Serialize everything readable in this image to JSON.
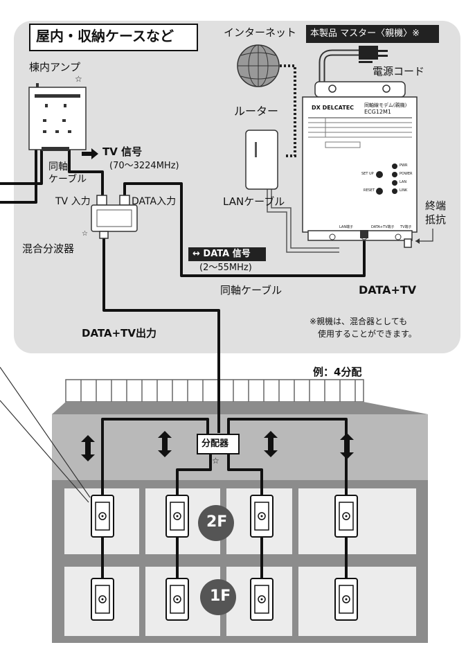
{
  "header": {
    "title": "屋内・収納ケースなど"
  },
  "internet": {
    "label": "インターネット"
  },
  "product": {
    "badge": "本製品 マスター〈親機〉※",
    "power_cord": "電源コード",
    "brand": "DX DELCATEC",
    "model_line1": "同軸線モデム(親機)",
    "model_line2": "ECG12M1",
    "led_labels": [
      "PWR",
      "POWER",
      "LAN",
      "LINK"
    ],
    "button_labels": [
      "SET UP",
      "RESET"
    ],
    "port_labels": [
      "LAN端子",
      "DATA+TV端子",
      "TV端子"
    ]
  },
  "router": {
    "label": "ルーター"
  },
  "lan_cable": {
    "label": "LANケーブル"
  },
  "amp": {
    "label": "棟内アンプ"
  },
  "tv_signal": {
    "label": "TV 信号",
    "range": "(70〜3224MHz)"
  },
  "coax_left": {
    "line1": "同軸",
    "line2": "ケーブル"
  },
  "mixer": {
    "tv_in": "TV 入力",
    "data_in": "DATA入力",
    "label": "混合分波器"
  },
  "data_signal": {
    "label": "DATA 信号",
    "range": "(2〜55MHz)"
  },
  "coax_cable": {
    "label": "同軸ケーブル"
  },
  "terminator": {
    "line1": "終端",
    "line2": "抵抗"
  },
  "data_tv": {
    "label": "DATA+TV"
  },
  "data_tv_out": {
    "label": "DATA+TV出力"
  },
  "note": {
    "line1": "※親機は、混合器としても",
    "line2": "使用することができます。"
  },
  "example": {
    "label": "例：4分配"
  },
  "splitter": {
    "label": "分配器"
  },
  "floors": {
    "second": "2F",
    "first": "1F"
  },
  "star": "☆"
}
